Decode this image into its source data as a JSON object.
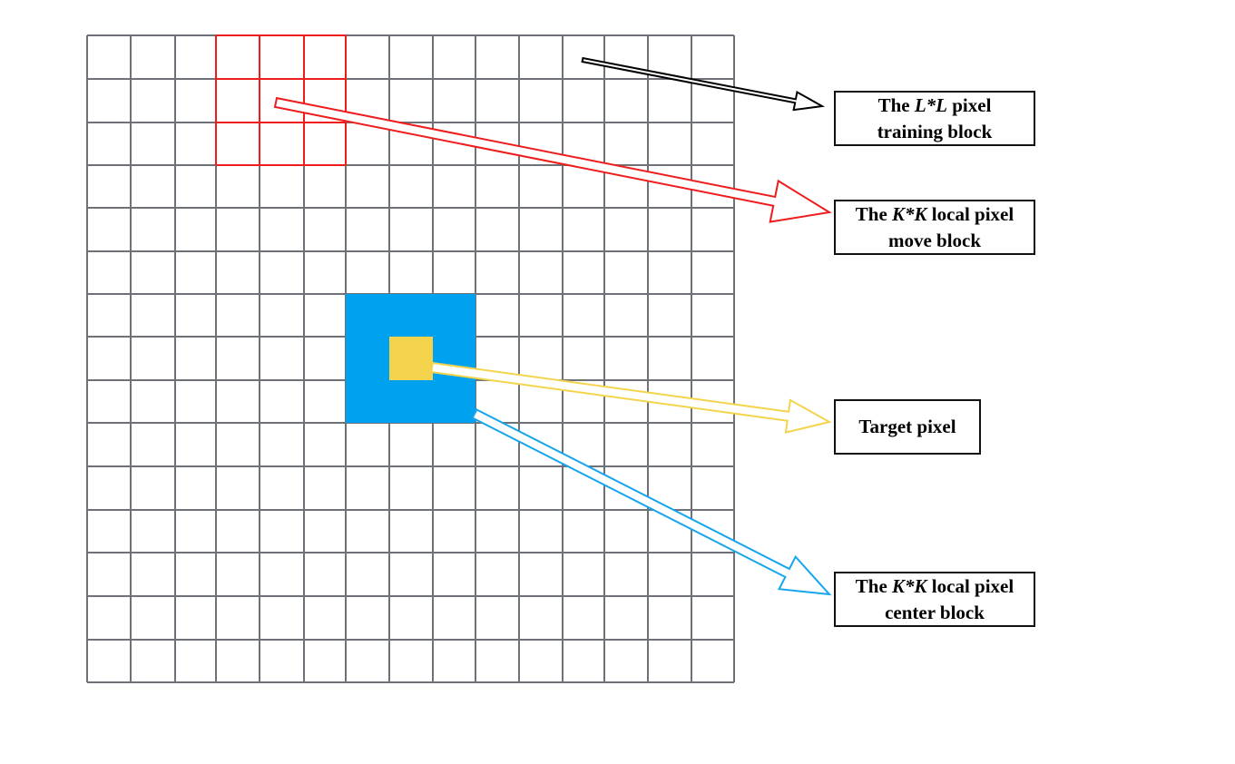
{
  "colors": {
    "grid_line": "#6e7177",
    "training_block": "#ef1c1c",
    "move_arrow": "#ef1c1c",
    "training_arrow": "#000000",
    "center_block_fill": "#00a2f0",
    "target_pixel_fill": "#f3d44c",
    "target_arrow": "#f3d44c",
    "center_arrow": "#14a5ee"
  },
  "grid": {
    "columns": 15,
    "rows": 15
  },
  "labels": {
    "training": {
      "line1_pre": "The ",
      "line1_var": "L*L",
      "line1_post": " pixel",
      "line2": "training block"
    },
    "move": {
      "line1_pre": "The ",
      "line1_var": "K*K",
      "line1_post": " local pixel",
      "line2": "move block"
    },
    "target": {
      "line1": "Target pixel"
    },
    "center": {
      "line1_pre": "The ",
      "line1_var": "K*K",
      "line1_post": " local pixel",
      "line2": "center block"
    }
  }
}
